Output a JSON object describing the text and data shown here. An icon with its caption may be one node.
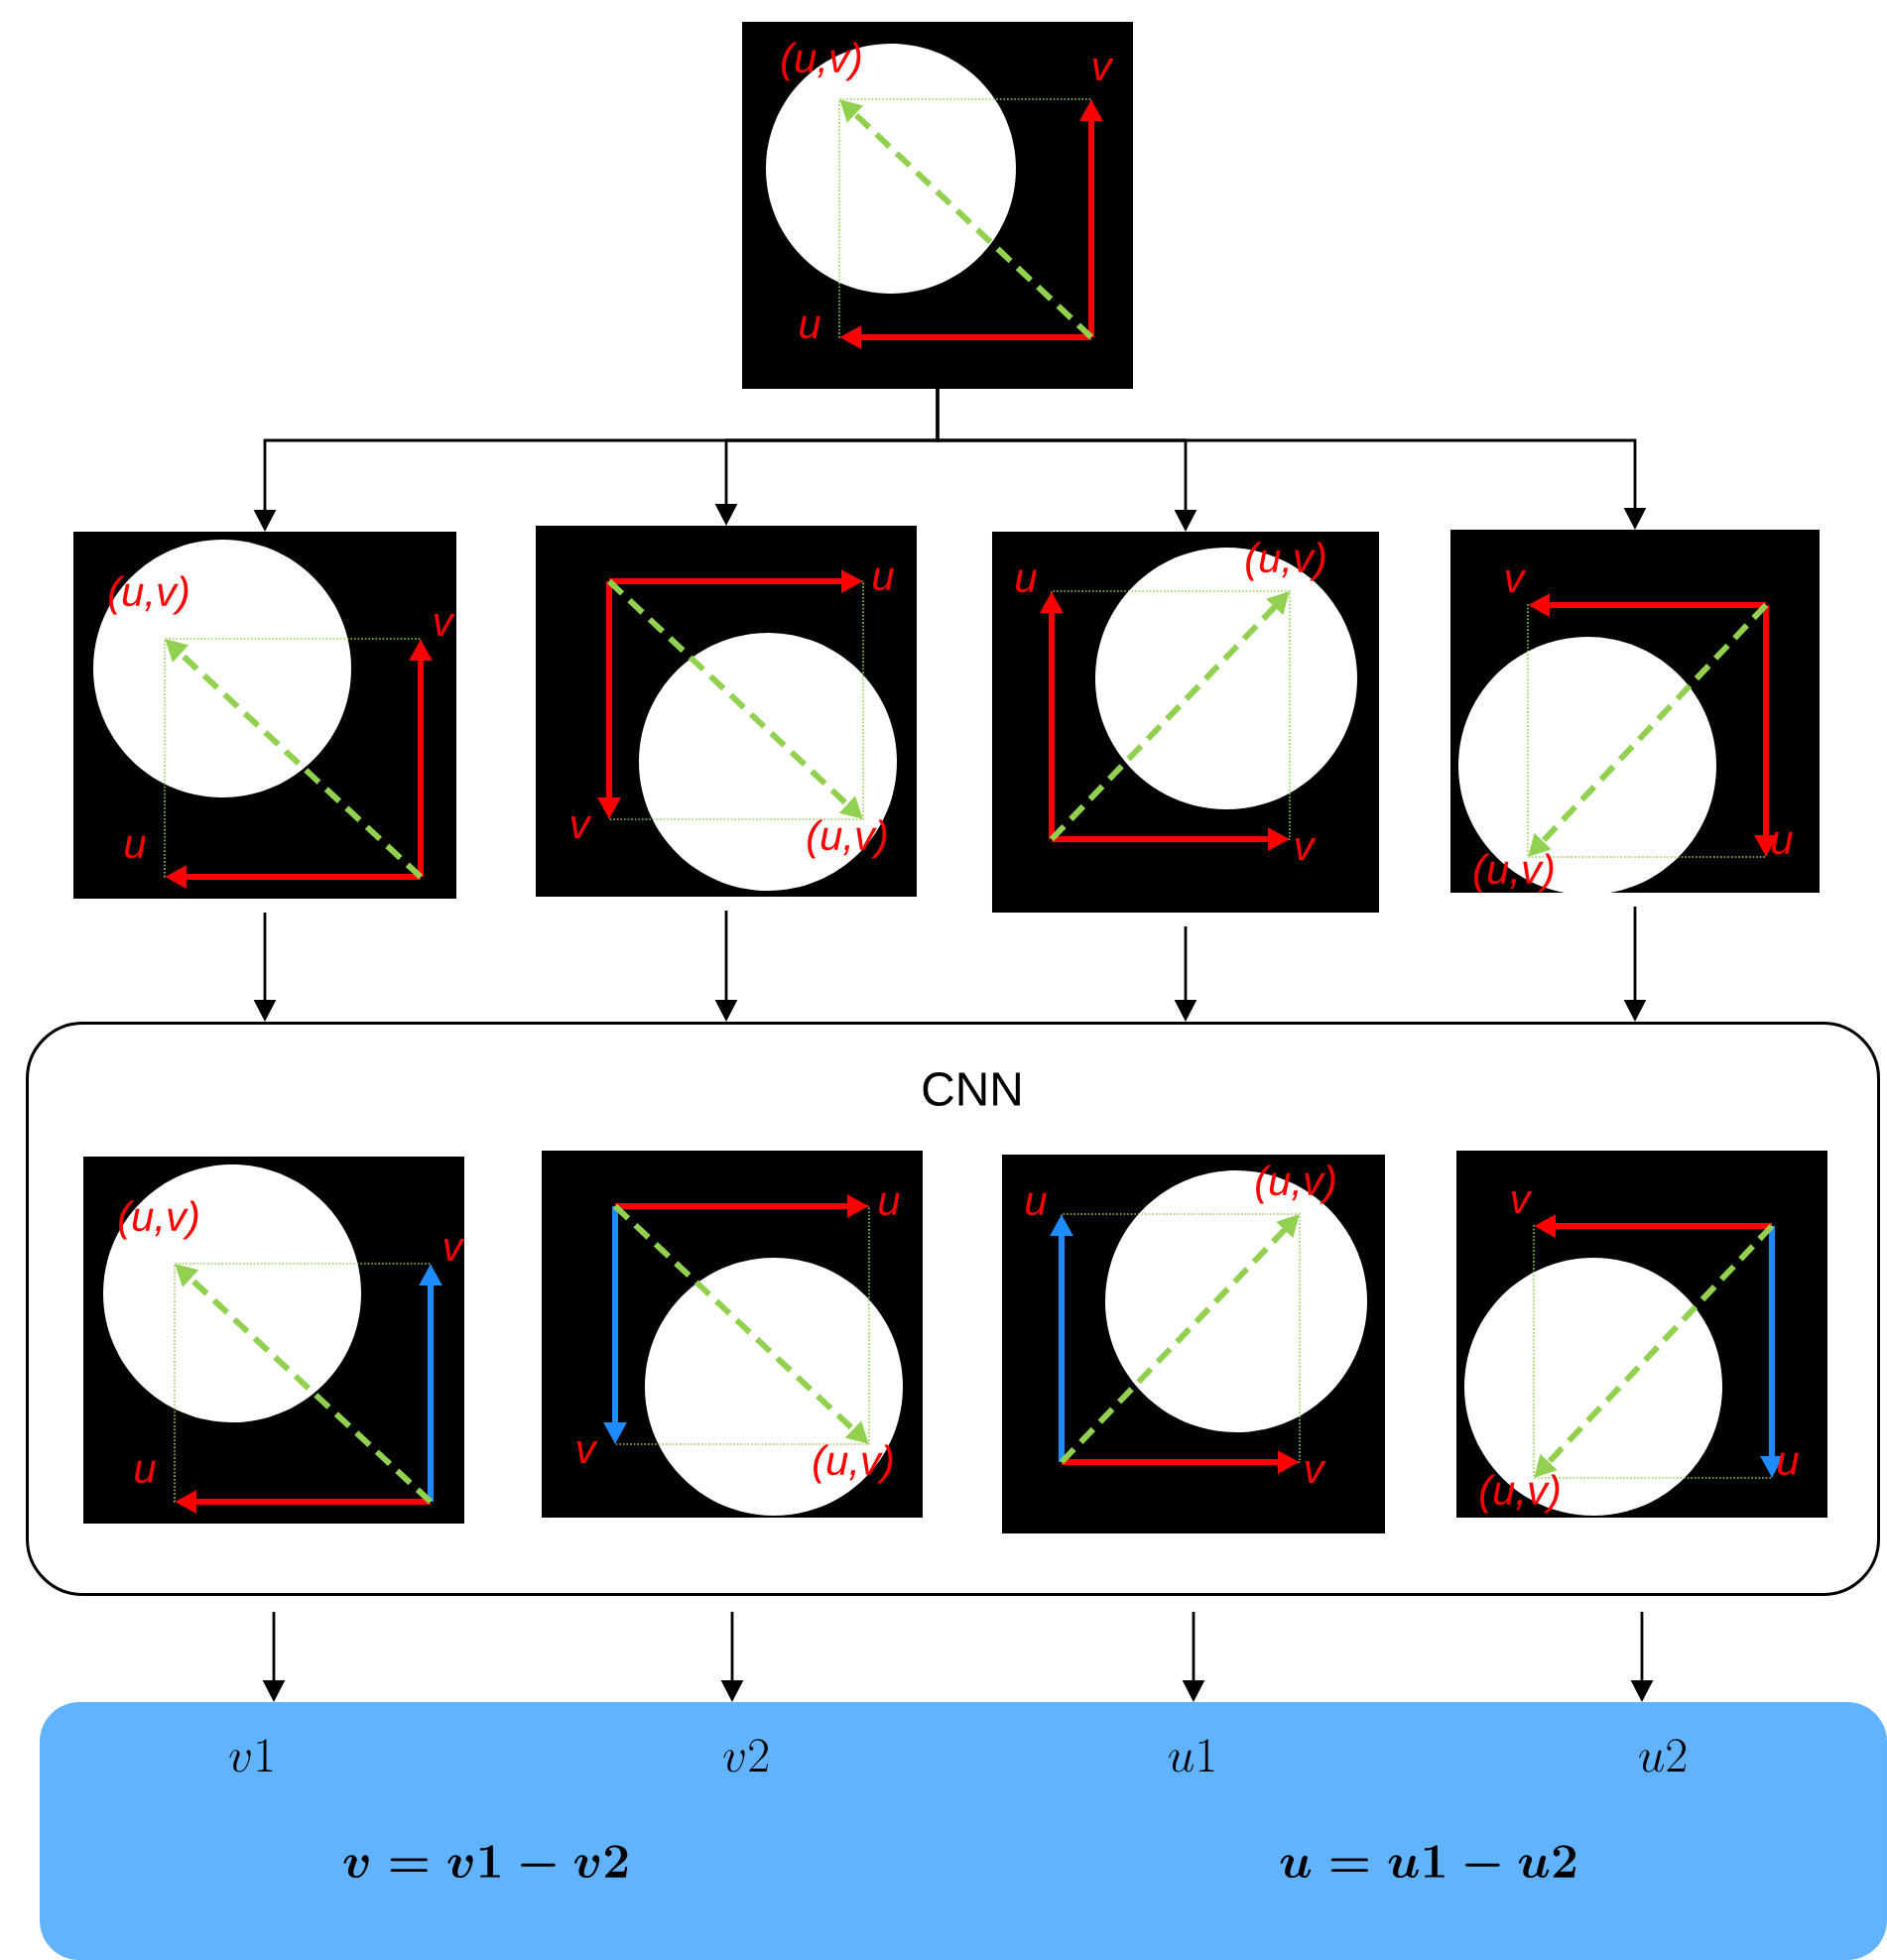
{
  "diagram": {
    "nodes": [
      {
        "text": [
          "(u,v)",
          "v",
          "u"
        ]
      },
      {
        "text": [
          "(u,v)",
          "v",
          "u"
        ]
      },
      {
        "text": [
          "u",
          "v",
          "(u,v)"
        ]
      },
      {
        "text": [
          "(u,v)",
          "v",
          "u"
        ]
      },
      {
        "text": [
          "v",
          "u",
          "(u,v)"
        ]
      },
      {
        "text": [
          "CNN"
        ]
      },
      {
        "text": [
          "(u,v)",
          "v",
          "u"
        ],
        "in": 5
      },
      {
        "text": [
          "u",
          "v",
          "(u,v)"
        ],
        "in": 5
      },
      {
        "text": [
          "(u,v)",
          "v",
          "u"
        ],
        "in": 5
      },
      {
        "text": [
          "v",
          "u",
          "(u,v)"
        ],
        "in": 5
      },
      {
        "text": [
          "v1",
          "v2",
          "u1",
          "u2",
          "v = v1 - v2",
          "u = u1 - u2"
        ]
      }
    ],
    "edges": [
      {
        "from": 0,
        "to": 1,
        "arrow": "to"
      },
      {
        "from": 0,
        "to": 2,
        "arrow": "to"
      },
      {
        "from": 0,
        "to": 3,
        "arrow": "to"
      },
      {
        "from": 0,
        "to": 4,
        "arrow": "to"
      },
      {
        "from": 1,
        "to": 5,
        "arrow": "to"
      },
      {
        "from": 2,
        "to": 5,
        "arrow": "to"
      },
      {
        "from": 3,
        "to": 5,
        "arrow": "to"
      },
      {
        "from": 4,
        "to": 5,
        "arrow": "to"
      },
      {
        "from": 5,
        "to": 10,
        "arrow": "to"
      },
      {
        "from": 5,
        "to": 10,
        "arrow": "to"
      },
      {
        "from": 5,
        "to": 10,
        "arrow": "to"
      },
      {
        "from": 5,
        "to": 10,
        "arrow": "to"
      }
    ]
  }
}
